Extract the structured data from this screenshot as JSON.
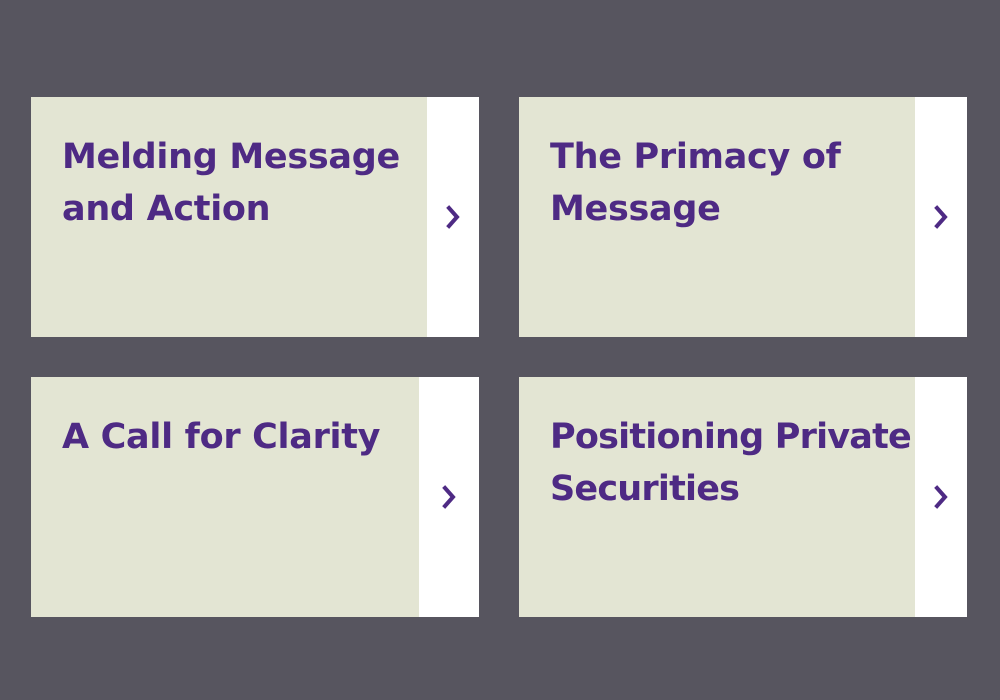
{
  "cards": [
    {
      "title_lines": [
        "Melding Message",
        "and Action"
      ]
    },
    {
      "title_lines": [
        "The Primacy of",
        "Message"
      ]
    },
    {
      "title_lines": [
        "A Call for Clarity"
      ]
    },
    {
      "title_lines": [
        "Positioning Private",
        "Securities"
      ]
    }
  ],
  "icons": {
    "arrow": "chevron-right-icon"
  },
  "colors": {
    "background": "#57555f",
    "card_body": "#e3e5d3",
    "card_arrow_panel": "#ffffff",
    "title": "#4e2a84",
    "chevron": "#4e2a84"
  }
}
